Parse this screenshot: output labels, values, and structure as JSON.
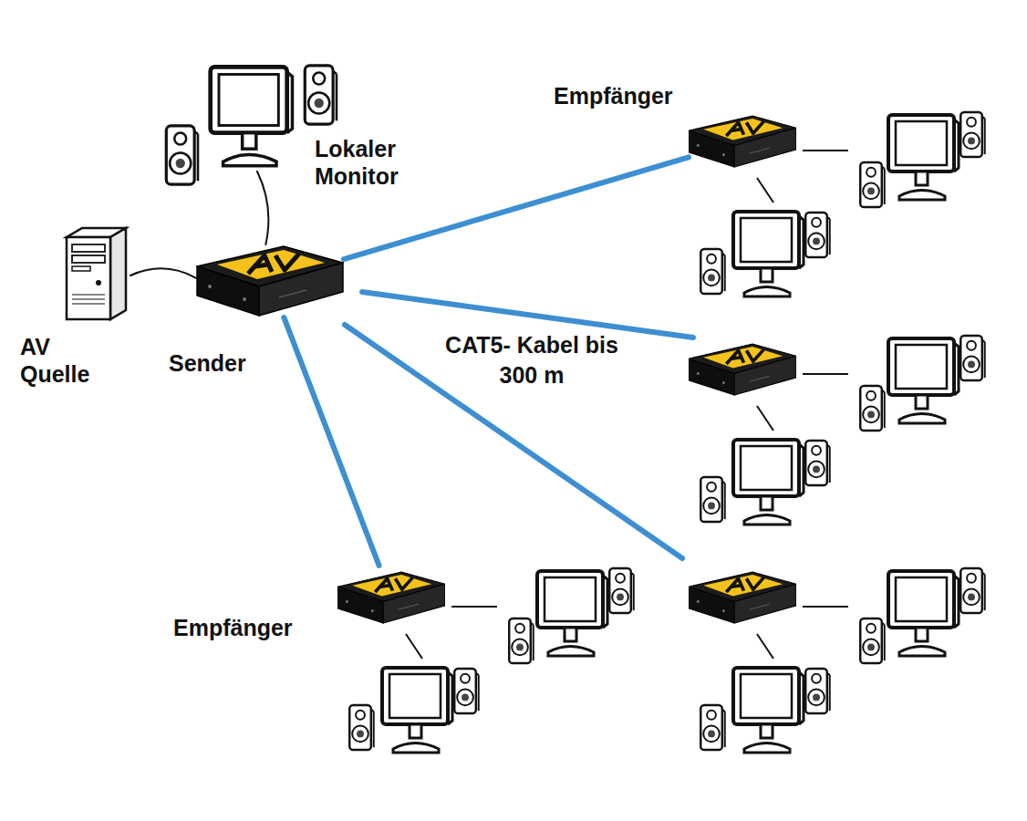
{
  "diagram": {
    "nodes": [
      {
        "text": [
          "Lokaler Monitor"
        ]
      },
      {
        "text": [
          "Empfänger"
        ]
      },
      {
        "text": [
          "AV Quelle"
        ]
      },
      {
        "text": [
          "Sender"
        ]
      },
      {
        "text": [
          "Empfänger"
        ]
      }
    ],
    "edges": [
      {
        "from": 2,
        "to": 3,
        "arrow": "none"
      },
      {
        "from": 3,
        "to": 0,
        "arrow": "none"
      },
      {
        "from": 3,
        "to": 1,
        "arrow": "none"
      },
      {
        "from": 3,
        "to": 4,
        "arrow": "none"
      }
    ],
    "labels": [
      "CAT5- Kabel bis 300 m"
    ]
  }
}
